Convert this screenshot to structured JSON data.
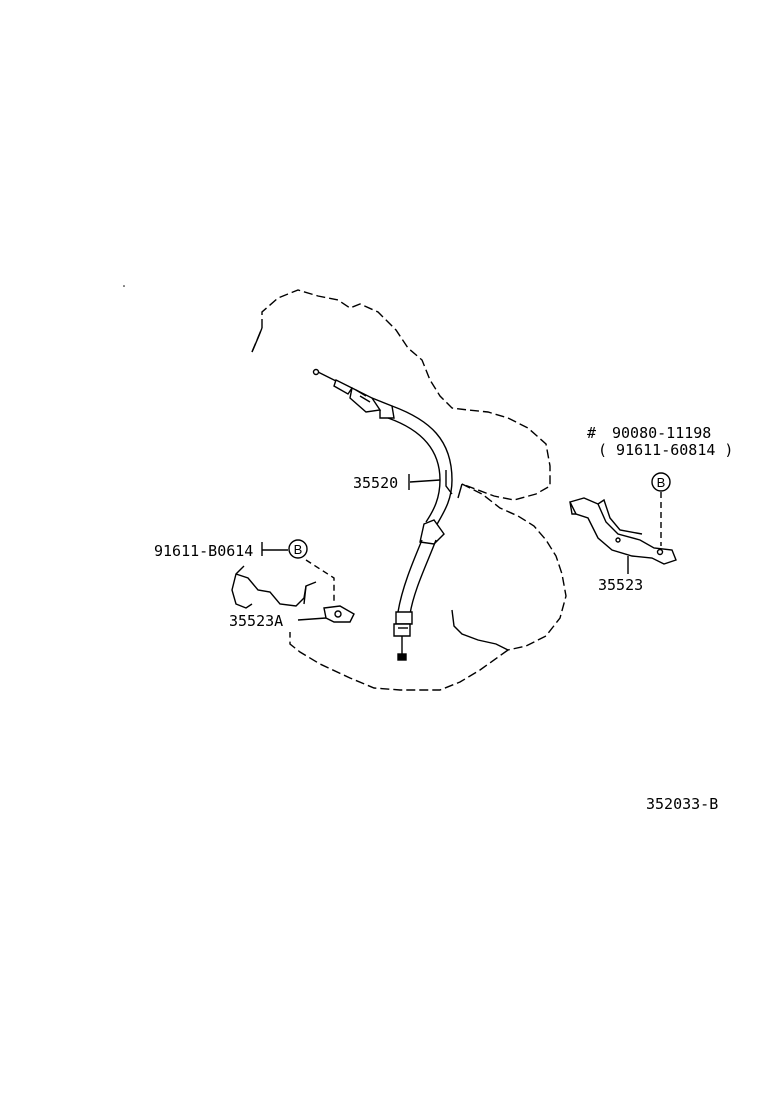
{
  "diagram_id": "352033-B",
  "parts": {
    "cable": "35520",
    "bracket": "35523",
    "bracket_a": "35523A",
    "bolt_left": "91611-B0614",
    "bolt_right_prefix": "#",
    "bolt_right": "90080-11198",
    "bolt_right_alt": "( 91611-60814 )"
  },
  "callouts": {
    "left": "B",
    "right": "B"
  },
  "colors": {
    "ink": "#000000",
    "background": "#ffffff"
  }
}
